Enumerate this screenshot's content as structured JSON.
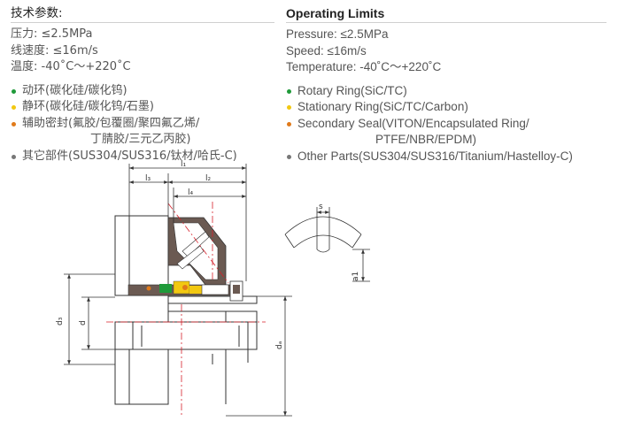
{
  "zh": {
    "heading": "技术参数:",
    "limits": [
      "压力: ≤2.5MPa",
      "线速度: ≤16m/s",
      "温度: -40˚C～+220˚C"
    ],
    "materials": [
      {
        "line1": "动环(碳化硅/碳化钨)",
        "line2": "",
        "bullet_color": "#1f9a3a"
      },
      {
        "line1": "静环(碳化硅/碳化钨/石墨)",
        "line2": "",
        "bullet_color": "#f2c811"
      },
      {
        "line1": "辅助密封(氟胶/包覆圈/聚四氟乙烯/",
        "line2": "丁腈胶/三元乙丙胶)",
        "bullet_color": "#e07a1a"
      },
      {
        "line1": "其它部件(SUS304/SUS316/钛材/哈氏-C)",
        "line2": "",
        "bullet_color": "#777777"
      }
    ]
  },
  "en": {
    "heading": "Operating Limits",
    "limits": [
      "Pressure:  ≤2.5MPa",
      "Speed:  ≤16m/s",
      "Temperature:  -40˚C～+220˚C"
    ],
    "materials": [
      {
        "line1": "Rotary  Ring(SiC/TC)",
        "line2": "",
        "bullet_color": "#1f9a3a"
      },
      {
        "line1": "Stationary  Ring(SiC/TC/Carbon)",
        "line2": "",
        "bullet_color": "#f2c811"
      },
      {
        "line1": "Secondary  Seal(VITON/Encapsulated Ring/",
        "line2": "PTFE/NBR/EPDM)",
        "bullet_color": "#e07a1a"
      },
      {
        "line1": "Other  Parts(SUS304/SUS316/Titanium/Hastelloy-C)",
        "line2": "",
        "bullet_color": "#777777"
      }
    ]
  },
  "drawing": {
    "labels": {
      "l1": "l₁",
      "l2": "l₂",
      "l3": "l₃",
      "l4": "l₄",
      "d": "d",
      "d3": "d₃",
      "da": "dₐ",
      "s": "s",
      "a1": "a1"
    },
    "colors": {
      "seal_body": "#6b5a52",
      "rotary_ring": "#1f9a3a",
      "stationary_ring": "#f2c811",
      "secondary_seal": "#e07a1a",
      "centerline": "#d6202a",
      "line": "#333333"
    }
  }
}
